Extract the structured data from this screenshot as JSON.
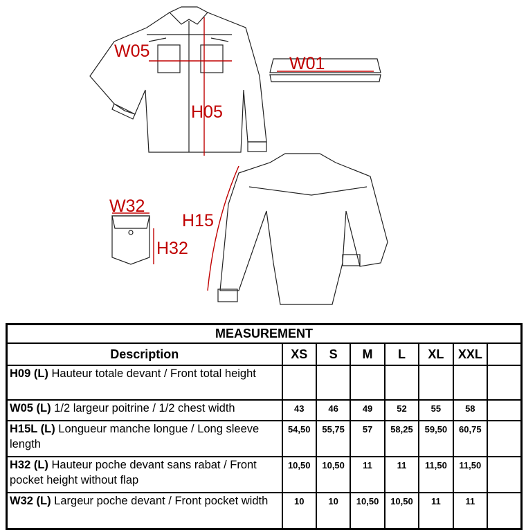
{
  "drawing": {
    "labels": {
      "w05": "W05",
      "w01": "W01",
      "h05": "H05",
      "w32": "W32",
      "h15": "H15",
      "h32": "H32"
    },
    "accent_color": "#c00000"
  },
  "table": {
    "title": "MEASUREMENT",
    "description_header": "Description",
    "sizes": [
      "XS",
      "S",
      "M",
      "L",
      "XL",
      "XXL",
      ""
    ],
    "rows": [
      {
        "code": "H09 (L)",
        "text": " Hauteur totale devant / Front total height",
        "values": [
          "",
          "",
          "",
          "",
          "",
          "",
          ""
        ]
      },
      {
        "code": "W05 (L)",
        "text": " 1/2 largeur poitrine / 1/2 chest width",
        "values": [
          "43",
          "46",
          "49",
          "52",
          "55",
          "58",
          ""
        ]
      },
      {
        "code": "H15L (L)",
        "text": " Longueur manche longue / Long sleeve length",
        "values": [
          "54,50",
          "55,75",
          "57",
          "58,25",
          "59,50",
          "60,75",
          ""
        ]
      },
      {
        "code": "H32 (L)",
        "text": " Hauteur poche devant sans rabat / Front pocket height without flap",
        "values": [
          "10,50",
          "10,50",
          "11",
          "11",
          "11,50",
          "11,50",
          ""
        ]
      },
      {
        "code": "W32 (L)",
        "text": " Largeur poche devant / Front pocket width",
        "values": [
          "10",
          "10",
          "10,50",
          "10,50",
          "11",
          "11",
          ""
        ]
      }
    ]
  }
}
